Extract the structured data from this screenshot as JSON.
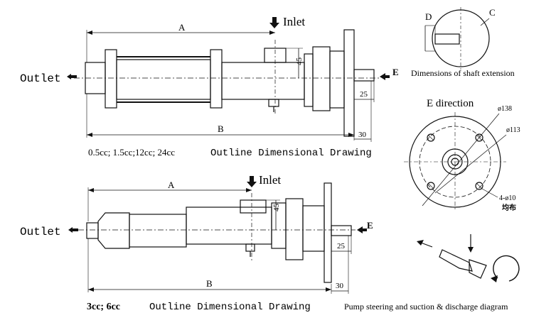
{
  "top_drawing": {
    "inlet": "Inlet",
    "outlet": "Outlet",
    "dim_a": "A",
    "dim_b": "B",
    "dim_45": "45",
    "dim_25": "25",
    "dim_30": "30",
    "e_marker": "E",
    "caption_sizes": "0.5cc; 1.5cc;12cc; 24cc",
    "caption_text": "Outline Dimensional Drawing"
  },
  "bottom_drawing": {
    "inlet": "Inlet",
    "outlet": "Outlet",
    "dim_a": "A",
    "dim_b": "B",
    "dim_45": "45",
    "dim_25": "25",
    "dim_30": "30",
    "e_marker": "E",
    "caption_sizes": "3cc; 6cc",
    "caption_text": "Outline Dimensional Drawing"
  },
  "shaft_extension": {
    "label_d": "D",
    "label_c": "C",
    "caption": "Dimensions of shaft extension"
  },
  "e_direction": {
    "title": "E direction",
    "dim_138": "ø138",
    "dim_113": "ø113",
    "holes": "4-ø10",
    "holes_note": "均布"
  },
  "pump_steering": {
    "caption": "Pump steering and suction & discharge diagram"
  }
}
